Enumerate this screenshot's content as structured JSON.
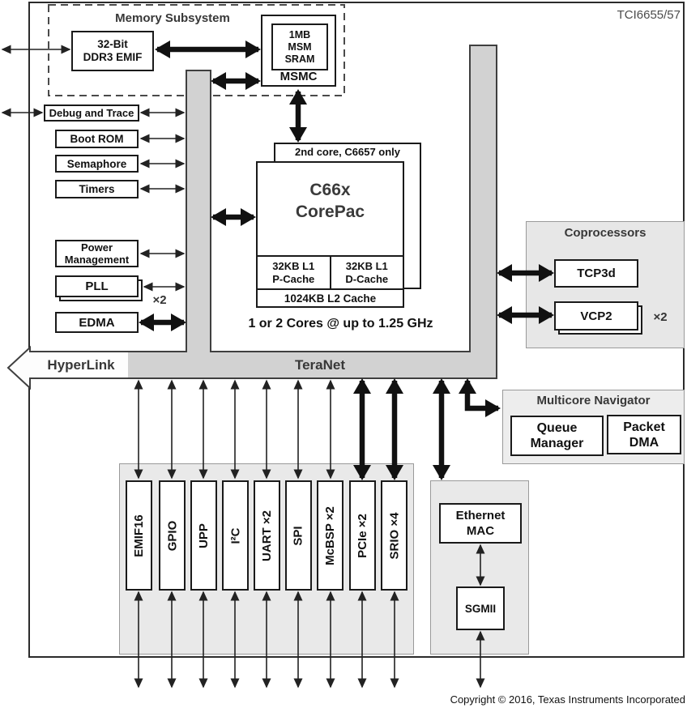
{
  "chip_label": "TCI6655/57",
  "memory_subsystem": {
    "title": "Memory Subsystem",
    "ddr3_emif": "32-Bit\nDDR3 EMIF",
    "msm_sram": "1MB\nMSM\nSRAM",
    "msmc": "MSMC"
  },
  "left_blocks": {
    "debug_trace": "Debug and Trace",
    "boot_rom": "Boot ROM",
    "semaphore": "Semaphore",
    "timers": "Timers",
    "power_management": "Power\nManagement",
    "pll": "PLL",
    "pll_multiplier": "×2",
    "edma": "EDMA"
  },
  "corepac": {
    "back_label": "2nd core,  C6657 only",
    "title": "C66x\nCorePac",
    "l1p_cache": "32KB L1\nP-Cache",
    "l1d_cache": "32KB L1\nD-Cache",
    "l2_cache": "1024KB L2 Cache",
    "caption": "1 or 2 Cores @ up to 1.25 GHz"
  },
  "coprocessors": {
    "title": "Coprocessors",
    "tcp3d": "TCP3d",
    "vcp2": "VCP2",
    "vcp2_multiplier": "×2"
  },
  "interconnect": {
    "hyperlink": "HyperLink",
    "teranet": "TeraNet"
  },
  "multicore_navigator": {
    "title": "Multicore Navigator",
    "queue_manager": "Queue\nManager",
    "packet_dma": "Packet\nDMA"
  },
  "peripherals": [
    "EMIF16",
    "GPIO",
    "UPP",
    "I²C",
    "UART ×2",
    "SPI",
    "McBSP ×2",
    "PCIe ×2",
    "SRIO ×4"
  ],
  "network": {
    "ethernet_mac": "Ethernet\nMAC",
    "sgmii": "SGMII"
  },
  "footer": {
    "copyright": "Copyright © 2016, Texas Instruments Incorporated"
  },
  "colors": {
    "bar_fill": "#d2d2d2",
    "panel_fill": "#e9e9e9",
    "box_border": "#1a1a1a",
    "accent_text": "#383838"
  }
}
